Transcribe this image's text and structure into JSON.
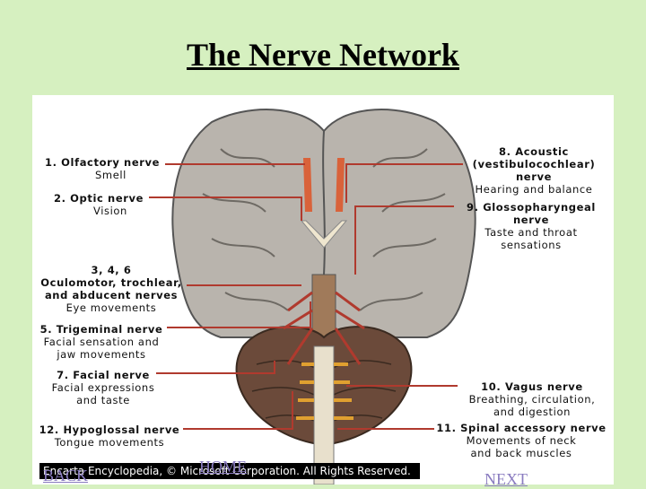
{
  "title": "The Nerve Network",
  "labels": {
    "olfactory": {
      "h": "1. Olfactory nerve",
      "s": "Smell"
    },
    "optic": {
      "h": "2. Optic nerve",
      "s": "Vision"
    },
    "ocular": {
      "h1": "3, 4, 6",
      "h2": "Oculomotor, trochlear,",
      "h3": "and abducent nerves",
      "s": "Eye movements"
    },
    "trigeminal": {
      "h": "5. Trigeminal nerve",
      "s1": "Facial sensation and",
      "s2": "jaw movements"
    },
    "facial": {
      "h": "7. Facial nerve",
      "s1": "Facial expressions",
      "s2": "and taste"
    },
    "hypoglossal": {
      "h": "12. Hypoglossal nerve",
      "s": "Tongue movements"
    },
    "acoustic": {
      "h1": "8. Acoustic",
      "h2": "(vestibulocochlear)",
      "h3": "nerve",
      "s": "Hearing and balance"
    },
    "glosso": {
      "h1": "9. Glossopharyngeal",
      "h2": "nerve",
      "s1": "Taste and throat",
      "s2": "sensations"
    },
    "vagus": {
      "h": "10. Vagus nerve",
      "s1": "Breathing, circulation,",
      "s2": "and digestion"
    },
    "accessory": {
      "h": "11. Spinal accessory nerve",
      "s1": "Movements of neck",
      "s2": "and back muscles"
    }
  },
  "credit": "Encarta Encyclopedia, © Microsoft Corporation. All Rights Reserved.",
  "nav": {
    "back": "BACK",
    "home": "HOME",
    "next": "NEXT"
  },
  "colors": {
    "background": "#d6f0c0",
    "brain": "#b9b4ad",
    "nerve": "#b03a2e",
    "leader": "#b03a2e",
    "link": "#8a7cc0"
  }
}
